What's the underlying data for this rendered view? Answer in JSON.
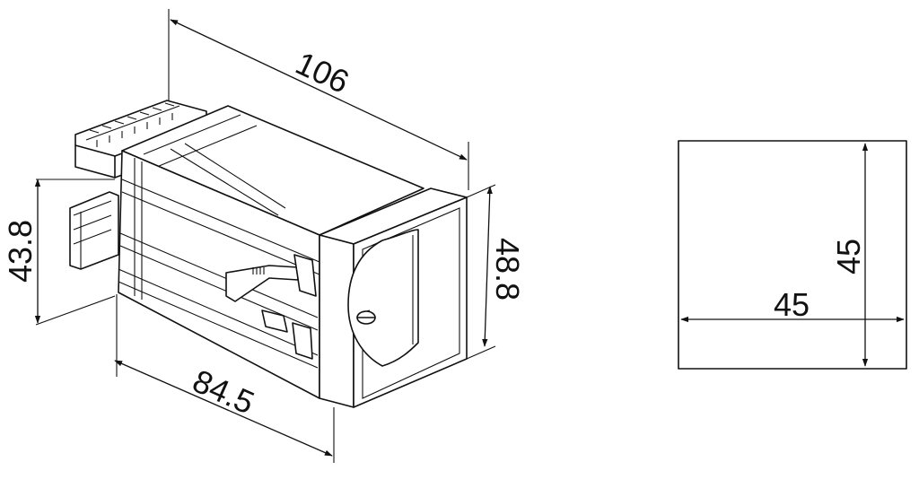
{
  "dimensions": {
    "overall_length": "106",
    "body_length": "84.5",
    "body_height": "43.8",
    "bezel_height": "48.8",
    "cutout_width": "45",
    "cutout_height": "45"
  }
}
